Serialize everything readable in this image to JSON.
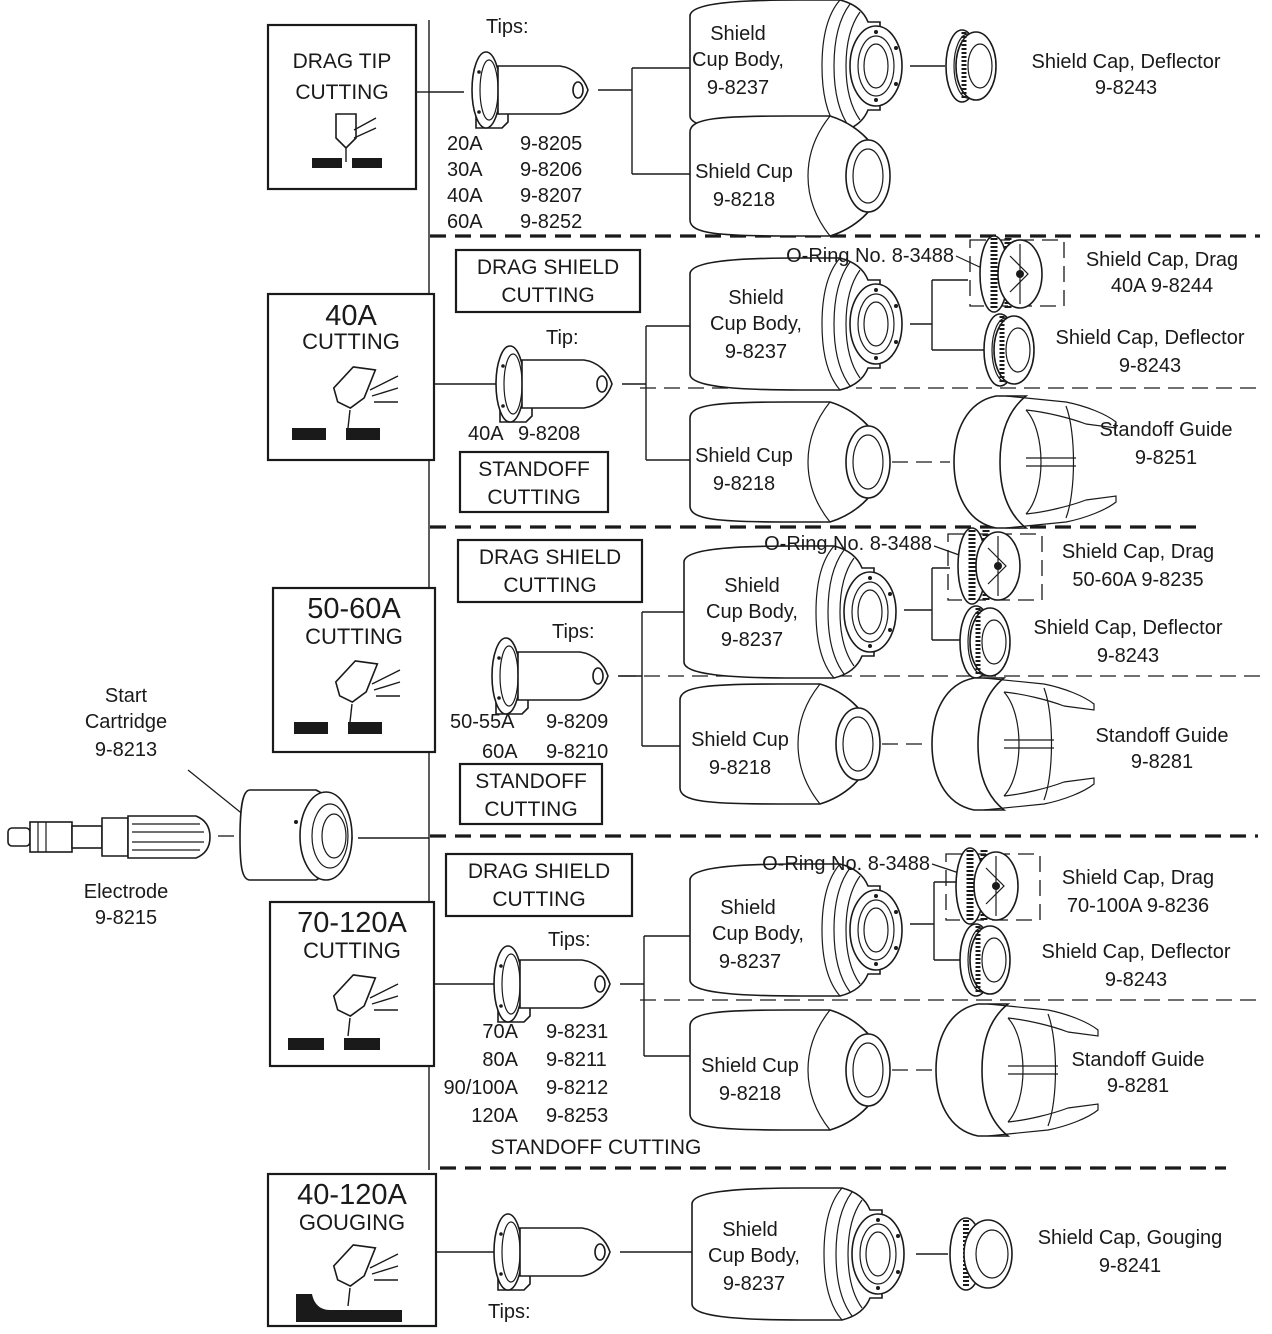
{
  "sections": {
    "drag_tip": {
      "mode_title": [
        "DRAG TIP",
        "CUTTING"
      ],
      "tips_label": "Tips:",
      "tips": [
        [
          "20A",
          "9-8205"
        ],
        [
          "30A",
          "9-8206"
        ],
        [
          "40A",
          "9-8207"
        ],
        [
          "60A",
          "9-8252"
        ]
      ],
      "shield_cup_body": [
        "Shield",
        "Cup Body,",
        "9-8237"
      ],
      "shield_cup": [
        "Shield Cup",
        "9-8218"
      ],
      "shield_cap_deflector": [
        "Shield Cap, Deflector",
        "9-8243"
      ]
    },
    "cut_40a": {
      "amp": "40A",
      "mode": "CUTTING",
      "drag_shield_title": [
        "DRAG SHIELD",
        "CUTTING"
      ],
      "standoff_title": [
        "STANDOFF",
        "CUTTING"
      ],
      "tip_label": "Tip:",
      "tip": [
        "40A",
        "9-8208"
      ],
      "oring": "O-Ring No. 8-3488",
      "shield_cap_drag": [
        "Shield Cap, Drag",
        "40A  9-8244"
      ],
      "shield_cup_body": [
        "Shield",
        "Cup Body,",
        "9-8237"
      ],
      "shield_cap_deflector": [
        "Shield Cap, Deflector",
        "9-8243"
      ],
      "shield_cup": [
        "Shield Cup",
        "9-8218"
      ],
      "standoff_guide": [
        "Standoff Guide",
        "9-8251"
      ]
    },
    "cut_50_60a": {
      "amp": "50-60A",
      "mode": "CUTTING",
      "drag_shield_title": [
        "DRAG SHIELD",
        "CUTTING"
      ],
      "standoff_title": [
        "STANDOFF",
        "CUTTING"
      ],
      "tips_label": "Tips:",
      "tips": [
        [
          "50-55A",
          "9-8209"
        ],
        [
          "60A",
          "9-8210"
        ]
      ],
      "oring": "O-Ring No. 8-3488",
      "shield_cap_drag": [
        "Shield Cap, Drag",
        "50-60A  9-8235"
      ],
      "shield_cup_body": [
        "Shield",
        "Cup Body,",
        "9-8237"
      ],
      "shield_cap_deflector": [
        "Shield Cap, Deflector",
        "9-8243"
      ],
      "shield_cup": [
        "Shield Cup",
        "9-8218"
      ],
      "standoff_guide": [
        "Standoff Guide",
        "9-8281"
      ]
    },
    "cut_70_120a": {
      "amp": "70-120A",
      "mode": "CUTTING",
      "drag_shield_title": [
        "DRAG SHIELD",
        "CUTTING"
      ],
      "standoff_title": "STANDOFF  CUTTING",
      "tips_label": "Tips:",
      "tips": [
        [
          "70A",
          "9-8231"
        ],
        [
          "80A",
          "9-8211"
        ],
        [
          "90/100A",
          "9-8212"
        ],
        [
          "120A",
          "9-8253"
        ]
      ],
      "oring": "O-Ring No. 8-3488",
      "shield_cap_drag": [
        "Shield Cap, Drag",
        "70-100A  9-8236"
      ],
      "shield_cup_body": [
        "Shield",
        "Cup Body,",
        "9-8237"
      ],
      "shield_cap_deflector": [
        "Shield Cap, Deflector",
        "9-8243"
      ],
      "shield_cup": [
        "Shield Cup",
        "9-8218"
      ],
      "standoff_guide": [
        "Standoff Guide",
        "9-8281"
      ]
    },
    "gouge": {
      "amp": "40-120A",
      "mode": "GOUGING",
      "tips_label": "Tips:",
      "shield_cup_body": [
        "Shield",
        "Cup Body,",
        "9-8237"
      ],
      "shield_cap_gouging": [
        "Shield Cap, Gouging",
        "9-8241"
      ]
    }
  },
  "common_parts": {
    "start_cartridge": [
      "Start",
      "Cartridge",
      "9-8213"
    ],
    "electrode": [
      "Electrode",
      "9-8215"
    ]
  }
}
